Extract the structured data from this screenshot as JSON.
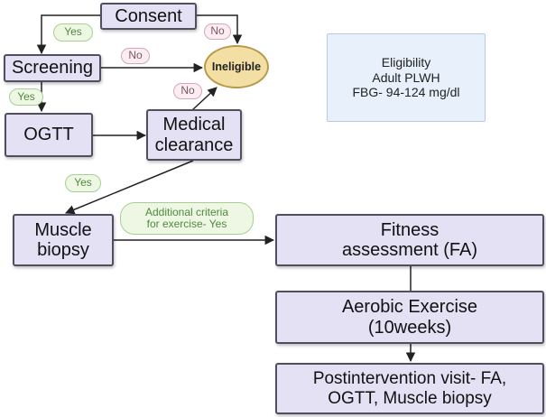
{
  "nodes": {
    "consent": "Consent",
    "screening": "Screening",
    "ogtt": "OGTT",
    "medical_clearance": "Medical\nclearance",
    "muscle_biopsy": "Muscle\nbiopsy",
    "fitness_assessment": "Fitness\nassessment (FA)",
    "aerobic_exercise": "Aerobic Exercise\n(10weeks)",
    "postintervention": "Postintervention visit- FA,\nOGTT, Muscle biopsy",
    "ineligible": "Ineligible"
  },
  "eligibility": {
    "text": "Eligibility\nAdult PLWH\nFBG- 94-124 mg/dl"
  },
  "tags": {
    "yes_consent": "Yes",
    "no_consent": "No",
    "yes_screening": "Yes",
    "no_screening": "No",
    "no_clearance": "No",
    "yes_clearance": "Yes",
    "exercise_criteria": "Additional criteria\nfor exercise- Yes"
  },
  "colors": {
    "node_fill": "#e4e1f4",
    "node_border": "#4f4f5f",
    "ineligible_fill": "#f3dfa4",
    "yes_tag": "#eef7e4",
    "no_tag": "#fbeef2",
    "eligibility_fill": "#e7f0fb"
  }
}
